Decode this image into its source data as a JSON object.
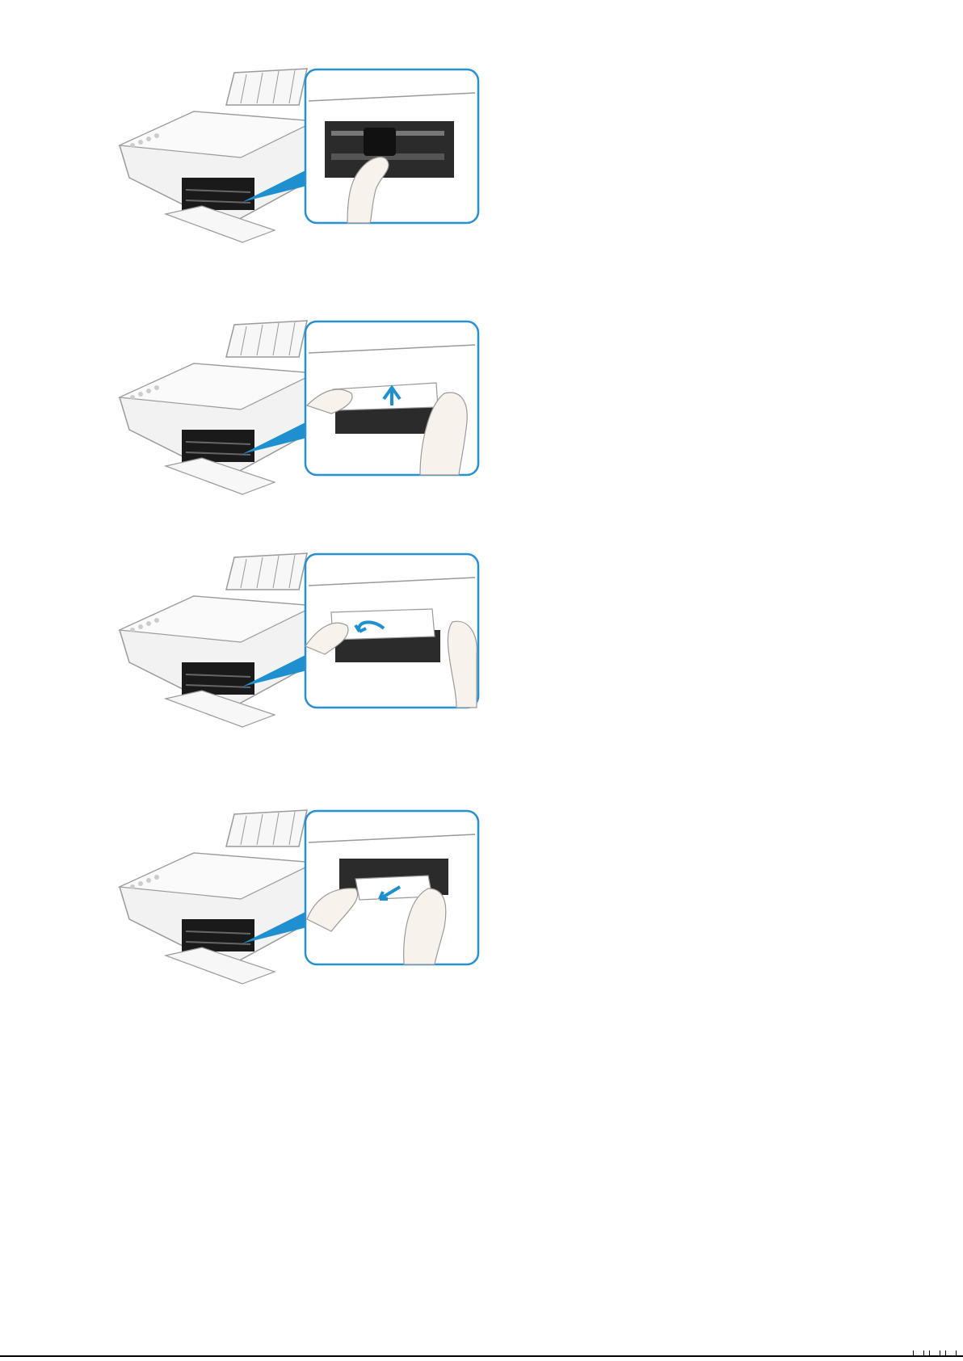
{
  "document": {
    "colors": {
      "callout_border": "#2a8fcf",
      "callout_pointer": "#1f8fd0",
      "arrow": "#1f8fd0",
      "printer_body": "#f2f2f2",
      "printer_outline": "#9a9a9a",
      "paper_path": "#1a1a1a",
      "skin": "#f7f2ec"
    },
    "steps": [
      {
        "illustration": "printer-open-cover-grasp-carriage",
        "arrow": "none"
      },
      {
        "illustration": "printer-jammed-paper-pull-up",
        "arrow": "up"
      },
      {
        "illustration": "printer-jammed-paper-roll",
        "arrow": "curve-left"
      },
      {
        "illustration": "printer-jammed-paper-pull-out",
        "arrow": "down-left"
      }
    ]
  }
}
